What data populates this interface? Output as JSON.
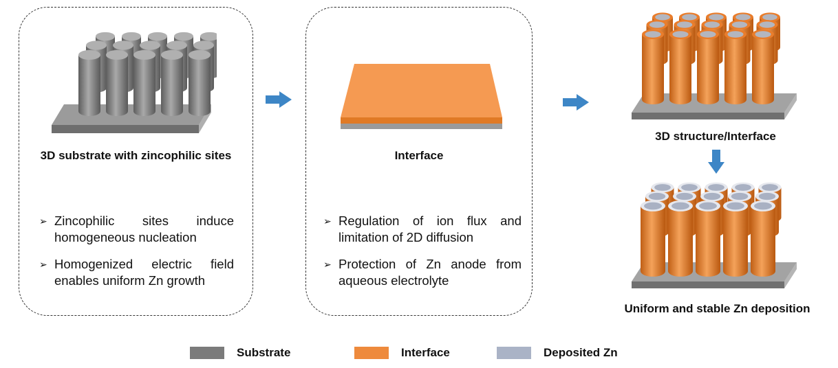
{
  "panels": [
    {
      "caption": "3D substrate with zincophilic sites",
      "bullets": [
        "Zincophilic sites induce homogeneous nucleation",
        "Homogenized electric field enables uniform Zn growth"
      ]
    },
    {
      "caption": "Interface",
      "bullets": [
        "Regulation of ion flux and limitation of 2D diffusion",
        "Protection of Zn anode from aqueous electrolyte"
      ]
    }
  ],
  "results": {
    "top_caption": "3D structure/Interface",
    "bottom_caption": "Uniform and stable Zn deposition"
  },
  "bullet_marker": "➢",
  "legend": [
    {
      "label": "Substrate",
      "color": "#7b7b7b"
    },
    {
      "label": "Interface",
      "color": "#ee8a3c"
    },
    {
      "label": "Deposited Zn",
      "color": "#aab3c6"
    }
  ],
  "colors": {
    "arrow": "#3d86c6",
    "substrate": "#8a8a8a",
    "interface": "#ee8a3c",
    "deposited_zn": "#aab3c6"
  }
}
